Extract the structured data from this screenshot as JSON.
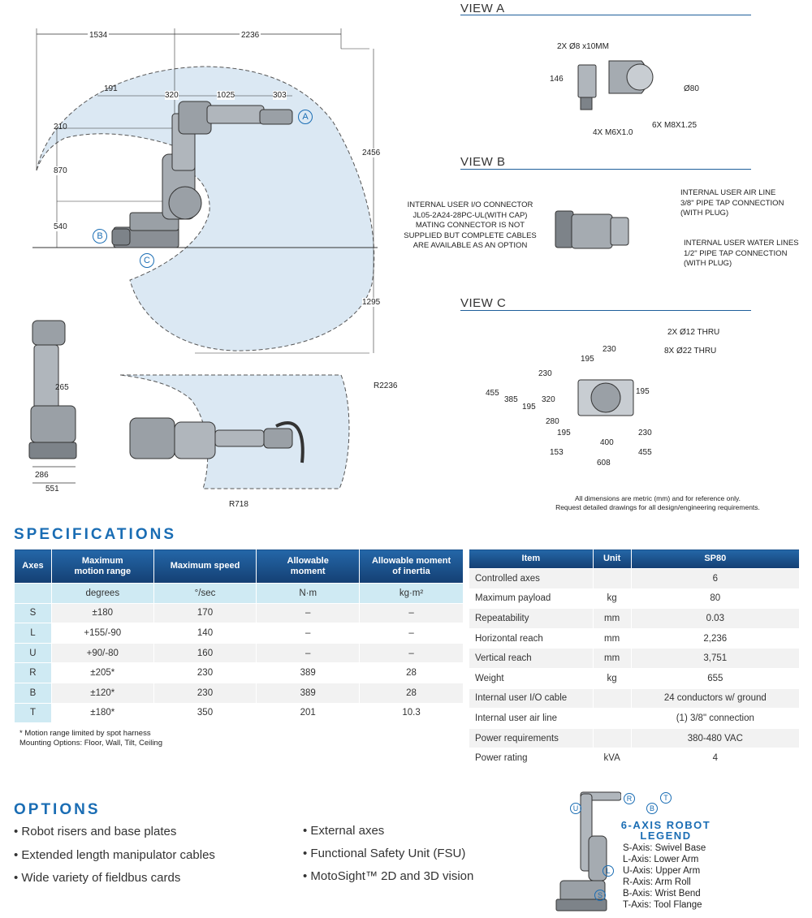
{
  "drawing": {
    "main_dims": [
      "1534",
      "2236",
      "191",
      "320",
      "1025",
      "303",
      "210",
      "870",
      "540",
      "2456",
      "1295"
    ],
    "main_markers": [
      "A",
      "B",
      "C"
    ],
    "side_dims": [
      "265",
      "286",
      "551"
    ],
    "top_dims": [
      "R2236",
      "R718"
    ]
  },
  "view_a": {
    "title": "VIEW A",
    "labels": [
      "2X Ø8  x10MM",
      "146",
      "Ø80",
      "4X M6X1.0",
      "6X M8X1.25"
    ]
  },
  "view_b": {
    "title": "VIEW B",
    "left_note": [
      "INTERNAL USER I/O CONNECTOR",
      "JL05-2A24-28PC-UL(WITH CAP)",
      "MATING CONNECTOR IS NOT",
      "SUPPLIED BUT COMPLETE CABLES",
      "ARE AVAILABLE AS AN OPTION"
    ],
    "air_note": [
      "INTERNAL USER AIR LINE",
      "3/8\" PIPE TAP CONNECTION",
      "(WITH PLUG)"
    ],
    "water_note": [
      "INTERNAL USER WATER LINES",
      "1/2\" PIPE TAP CONNECTION",
      "(WITH PLUG)"
    ]
  },
  "view_c": {
    "title": "VIEW C",
    "labels": [
      "2X Ø12 THRU",
      "8X Ø22 THRU",
      "230",
      "195",
      "230",
      "455",
      "385",
      "195",
      "320",
      "195",
      "280",
      "195",
      "400",
      "230",
      "153",
      "455",
      "608"
    ]
  },
  "disclaimer": [
    "All dimensions are metric (mm) and for reference only.",
    "Request detailed drawings for all design/engineering requirements."
  ],
  "specifications": {
    "heading": "SPECIFICATIONS",
    "axes_table": {
      "headers": [
        "Axes",
        "Maximum motion range",
        "Maximum speed",
        "Allowable moment",
        "Allowable moment of inertia"
      ],
      "units": [
        "",
        "degrees",
        "°/sec",
        "N·m",
        "kg·m²"
      ],
      "rows": [
        [
          "S",
          "±180",
          "170",
          "–",
          "–"
        ],
        [
          "L",
          "+155/-90",
          "140",
          "–",
          "–"
        ],
        [
          "U",
          "+90/-80",
          "160",
          "–",
          "–"
        ],
        [
          "R",
          "±205*",
          "230",
          "389",
          "28"
        ],
        [
          "B",
          "±120*",
          "230",
          "389",
          "28"
        ],
        [
          "T",
          "±180*",
          "350",
          "201",
          "10.3"
        ]
      ],
      "footnotes": [
        "* Motion range limited by spot harness",
        "Mounting Options: Floor, Wall, Tilt, Ceiling"
      ]
    },
    "item_table": {
      "headers": [
        "Item",
        "Unit",
        "SP80"
      ],
      "rows": [
        [
          "Controlled axes",
          "",
          "6"
        ],
        [
          "Maximum payload",
          "kg",
          "80"
        ],
        [
          "Repeatability",
          "mm",
          "0.03"
        ],
        [
          "Horizontal reach",
          "mm",
          "2,236"
        ],
        [
          "Vertical reach",
          "mm",
          "3,751"
        ],
        [
          "Weight",
          "kg",
          "655"
        ],
        [
          "Internal user I/O cable",
          "",
          "24 conductors w/ ground"
        ],
        [
          "Internal user air line",
          "",
          "(1) 3/8\" connection"
        ],
        [
          "Power requirements",
          "",
          "380-480 VAC"
        ],
        [
          "Power rating",
          "kVA",
          "4"
        ]
      ]
    }
  },
  "options": {
    "heading": "OPTIONS",
    "left": [
      "• Robot risers and base plates",
      "• Extended length manipulator cables",
      "• Wide variety of fieldbus cards"
    ],
    "right": [
      "• External axes",
      "• Functional Safety Unit (FSU)",
      "• MotoSight™ 2D and 3D vision"
    ]
  },
  "legend": {
    "title": [
      "6-AXIS ROBOT",
      "LEGEND"
    ],
    "markers": [
      "U",
      "R",
      "B",
      "T",
      "L",
      "S"
    ],
    "items": [
      "S-Axis: Swivel Base",
      "L-Axis: Lower Arm",
      "U-Axis: Upper Arm",
      "R-Axis: Arm Roll",
      "B-Axis: Wrist Bend",
      "T-Axis: Tool Flange"
    ]
  },
  "colors": {
    "accent": "#1a6db4",
    "envelope": "#dbe8f3",
    "header": "#1b4f8a",
    "light": "#cfeaf3"
  }
}
